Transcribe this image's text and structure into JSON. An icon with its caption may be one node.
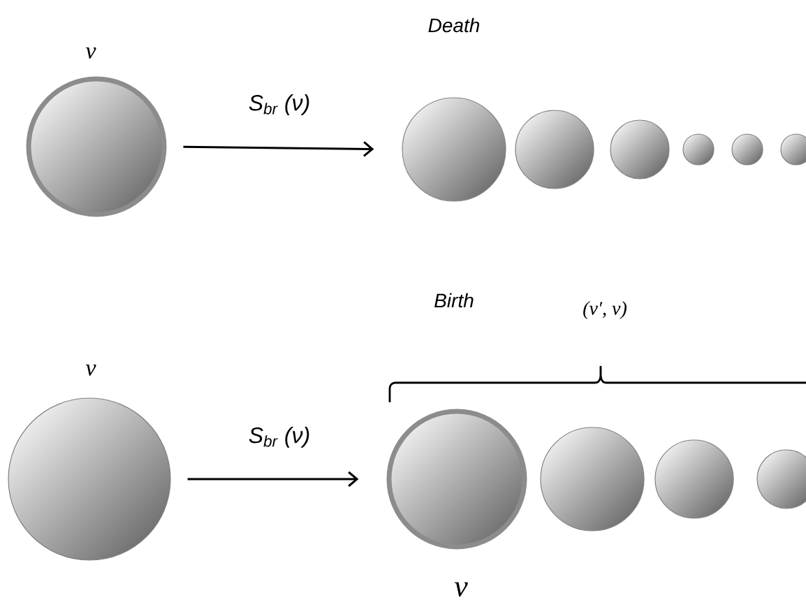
{
  "diagram": {
    "nodes": [
      {
        "text": [],
        "shape": "circle",
        "beside": [
          "ν"
        ]
      },
      {
        "text": [],
        "shape": "circle"
      },
      {
        "text": [],
        "shape": "circle"
      },
      {
        "text": [],
        "shape": "circle"
      },
      {
        "text": [],
        "shape": "circle"
      },
      {
        "text": [],
        "shape": "circle"
      },
      {
        "text": [],
        "shape": "circle"
      },
      {
        "text": [],
        "shape": "circle",
        "beside": [
          "ν"
        ]
      },
      {
        "text": [],
        "shape": "circle",
        "beside": [
          "ν"
        ]
      },
      {
        "text": [],
        "shape": "circle"
      },
      {
        "text": [],
        "shape": "circle"
      },
      {
        "text": [],
        "shape": "circle"
      }
    ],
    "edges": [
      {
        "from": 0,
        "to": 1,
        "arrow": "to",
        "label": "S$_{br}$ (ν)"
      },
      {
        "from": 7,
        "to": 8,
        "arrow": "to",
        "label": "S$_{br}$ (ν)"
      }
    ],
    "labels": [
      "Death",
      "Birth",
      "(ν′, ν)"
    ]
  }
}
